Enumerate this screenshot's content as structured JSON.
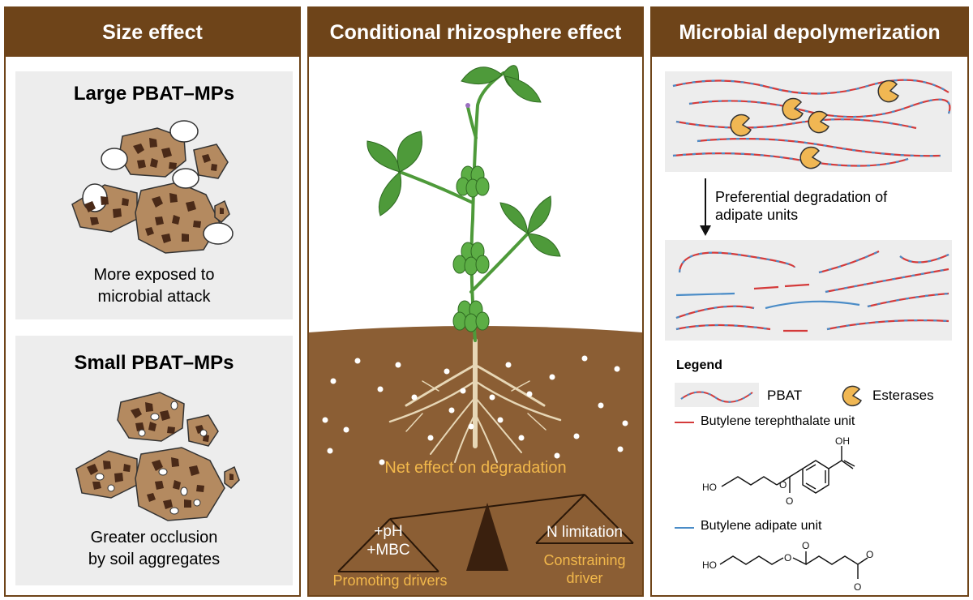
{
  "panels": {
    "size": {
      "title": "Size effect",
      "large": {
        "title": "Large PBAT–MPs",
        "line1": "More exposed to",
        "line2": "microbial attack"
      },
      "small": {
        "title": "Small PBAT–MPs",
        "line1": "Greater occlusion",
        "line2": "by soil aggregates"
      }
    },
    "rhizo": {
      "title": "Conditional rhizosphere effect",
      "net_effect": "Net effect on degradation",
      "promoting_line1": "+pH",
      "promoting_line2": "+MBC",
      "promoting_label": "Promoting drivers",
      "constraining_value": "N limitation",
      "constraining_line1": "Constraining",
      "constraining_line2": "driver"
    },
    "micro": {
      "title": "Microbial depolymerization",
      "arrow_line1": "Preferential degradation of",
      "arrow_line2": "adipate units",
      "legend": {
        "title": "Legend",
        "pbat": "PBAT",
        "esterases": "Esterases",
        "bt_unit": "Butylene terephthalate unit",
        "ba_unit": "Butylene adipate unit",
        "ho_label": "HO",
        "oh_label": "OH",
        "o_label": "O"
      }
    }
  },
  "colors": {
    "header": "#6e4419",
    "soil": "#8b5e34",
    "leaf": "#4e9a3a",
    "accent_text": "#f2b84b",
    "terephthalate": "#d43a3a",
    "adipate": "#4a8cc7",
    "esterase": "#f0b753"
  }
}
